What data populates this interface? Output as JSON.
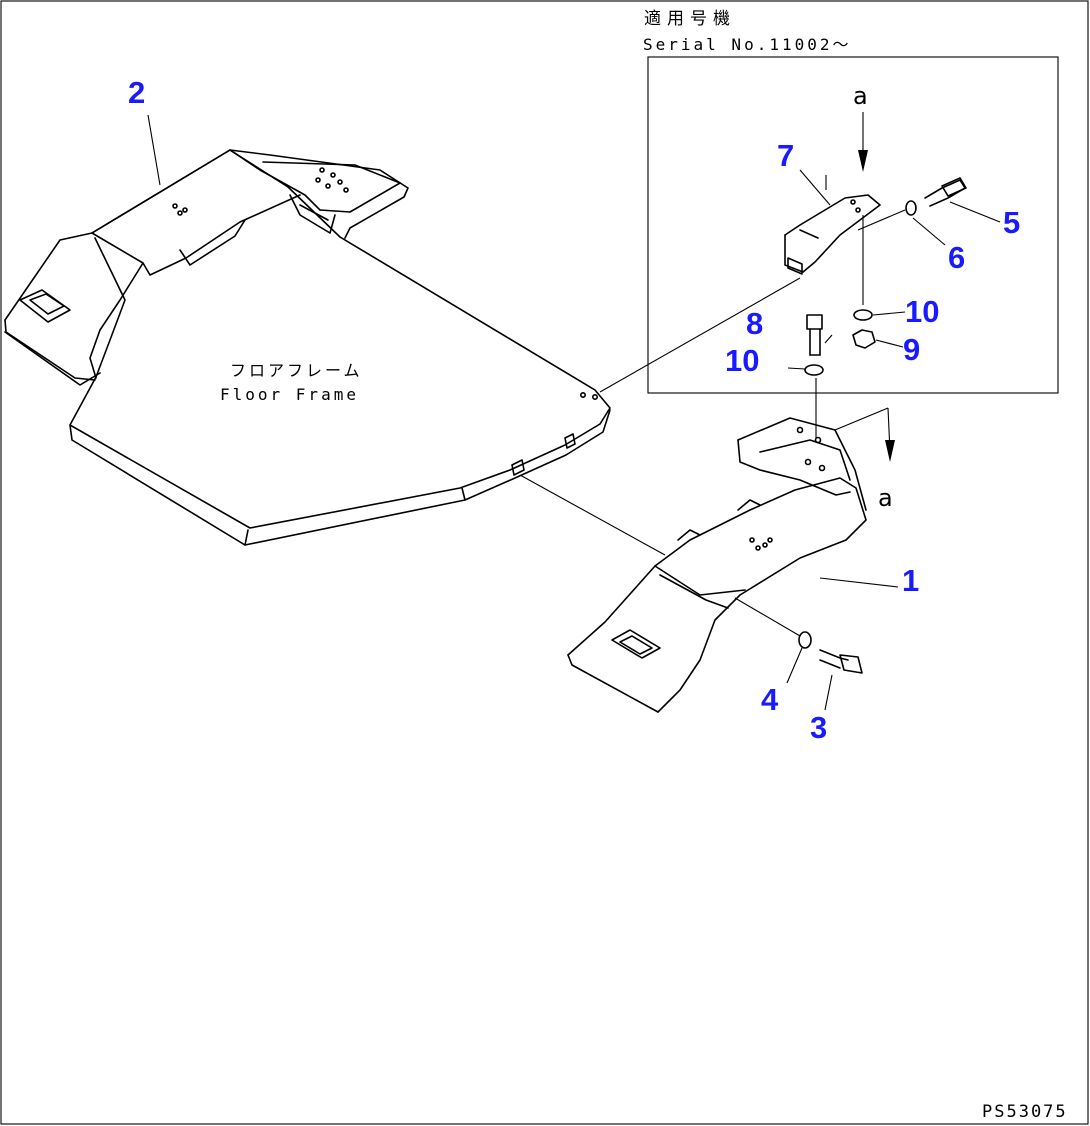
{
  "header": {
    "applicable_jp": "適用号機",
    "serial": "Serial No.11002〜"
  },
  "frame_label": {
    "jp": "フロアフレーム",
    "en": "Floor Frame"
  },
  "view_letter": "a",
  "callouts": [
    "1",
    "2",
    "3",
    "4",
    "5",
    "6",
    "7",
    "8",
    "9",
    "10"
  ],
  "drawing_code": "PS53075",
  "colors": {
    "callout": "#1a1aff",
    "line": "#000000"
  }
}
